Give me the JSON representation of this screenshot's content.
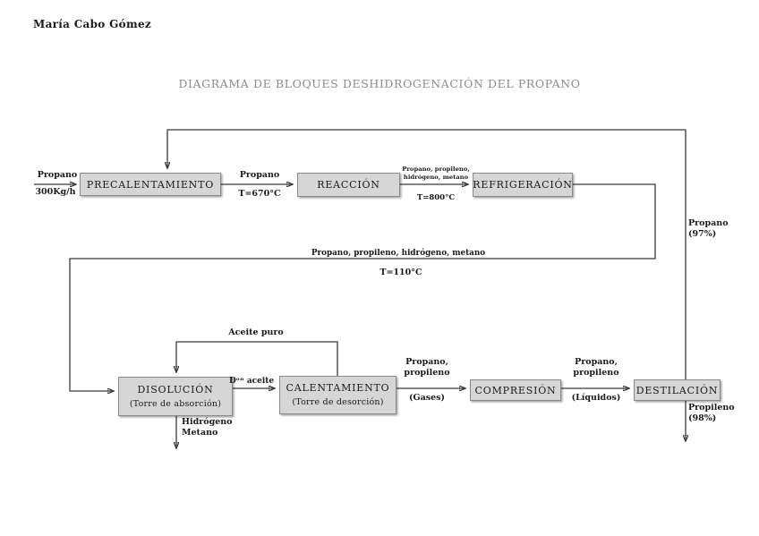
{
  "page": {
    "author": "María Cabo Gómez",
    "title": "DIAGRAMA DE BLOQUES DESHIDROGENACIÓN DEL PROPANO"
  },
  "blocks": {
    "precalentamiento": {
      "label": "PRECALENTAMIENTO"
    },
    "reaccion": {
      "label": "REACCIÓN"
    },
    "refrigeracion": {
      "label": "REFRIGERACIÓN"
    },
    "disolucion": {
      "label": "DISOLUCIÓN",
      "sublabel": "(Torre de absorción)"
    },
    "calentamiento": {
      "label": "CALENTAMIENTO",
      "sublabel": "(Torre de desorción)"
    },
    "compresion": {
      "label": "COMPRESIÓN"
    },
    "destilacion": {
      "label": "DESTILACIÓN"
    }
  },
  "streams": {
    "feed": {
      "name": "Propano",
      "rate": "300Kg/h"
    },
    "preheated": {
      "name": "Propano",
      "temp": "T=670°C"
    },
    "reactor_out": {
      "line1": "Propano, propileno,",
      "line2": "hidrógeno, metano",
      "temp": "T=800°C"
    },
    "cooled": {
      "name": "Propano, propileno, hidrógeno, metano",
      "temp": "T=110°C"
    },
    "recycle": {
      "line1": "Propano",
      "line2": "(97%)"
    },
    "aceite_puro": {
      "name": "Aceite puro"
    },
    "disolucion_aceite": {
      "name": "Dᵒⁿ aceite"
    },
    "offgas": {
      "line1": "Hidrógeno",
      "line2": "Metano"
    },
    "gases": {
      "line1": "Propano,",
      "line2": "propileno",
      "state": "(Gases)"
    },
    "liquidos": {
      "line1": "Propano,",
      "line2": "propileno",
      "state": "(Líquidos)"
    },
    "product": {
      "line1": "Propileno",
      "line2": "(98%)"
    }
  }
}
